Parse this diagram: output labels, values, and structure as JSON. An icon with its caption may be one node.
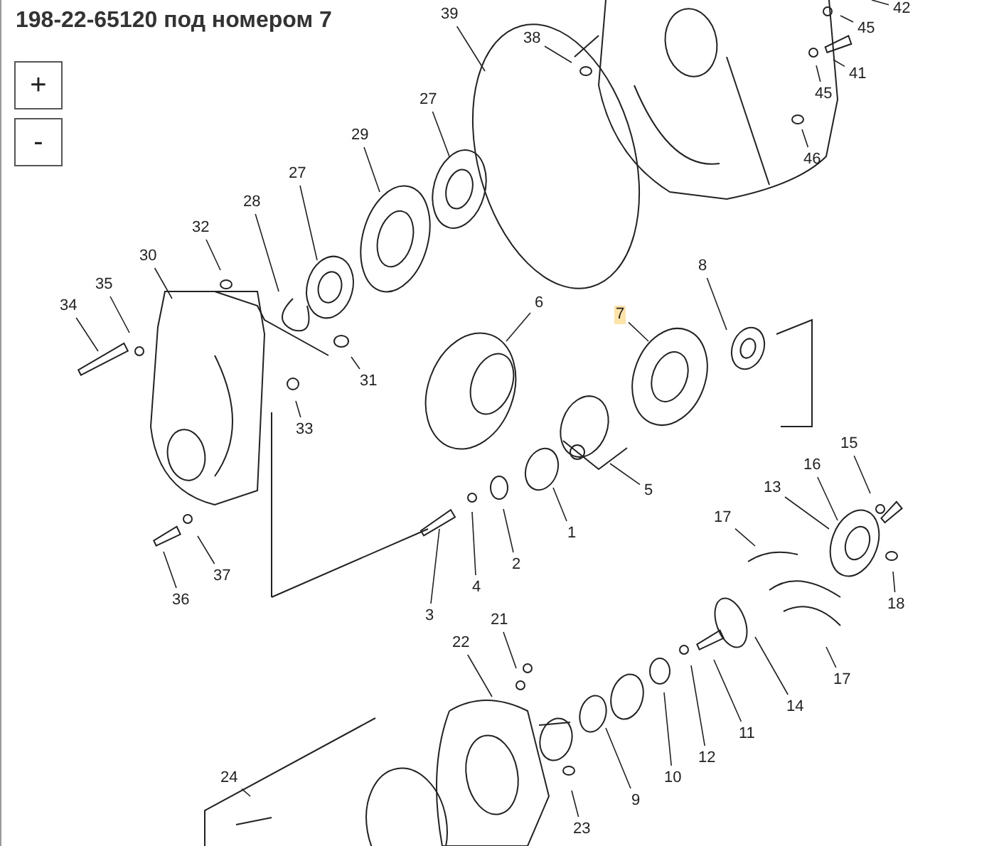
{
  "diagram": {
    "title": "198-22-65120 под номером 7",
    "nodes": [
      {
        "text": [
          "42"
        ]
      },
      {
        "text": [
          "39"
        ]
      },
      {
        "text": [
          "45"
        ]
      },
      {
        "text": [
          "38"
        ]
      },
      {
        "text": [
          "41"
        ]
      },
      {
        "text": [
          "45"
        ]
      },
      {
        "text": [
          "27"
        ]
      },
      {
        "text": [
          "29"
        ]
      },
      {
        "text": [
          "46"
        ]
      },
      {
        "text": [
          "27"
        ]
      },
      {
        "text": [
          "28"
        ]
      },
      {
        "text": [
          "32"
        ]
      },
      {
        "text": [
          "30"
        ]
      },
      {
        "text": [
          "8"
        ]
      },
      {
        "text": [
          "35"
        ]
      },
      {
        "text": [
          "6"
        ]
      },
      {
        "text": [
          "34"
        ]
      },
      {
        "text": [
          "7"
        ]
      },
      {
        "text": [
          "31"
        ]
      },
      {
        "text": [
          "33"
        ]
      },
      {
        "text": [
          "15"
        ]
      },
      {
        "text": [
          "16"
        ]
      },
      {
        "text": [
          "13"
        ]
      },
      {
        "text": [
          "5"
        ]
      },
      {
        "text": [
          "17"
        ]
      },
      {
        "text": [
          "1"
        ]
      },
      {
        "text": [
          "2"
        ]
      },
      {
        "text": [
          "37"
        ]
      },
      {
        "text": [
          "4"
        ]
      },
      {
        "text": [
          "36"
        ]
      },
      {
        "text": [
          "18"
        ]
      },
      {
        "text": [
          "3"
        ]
      },
      {
        "text": [
          "21"
        ]
      },
      {
        "text": [
          "22"
        ]
      },
      {
        "text": [
          "17"
        ]
      },
      {
        "text": [
          "14"
        ]
      },
      {
        "text": [
          "11"
        ]
      },
      {
        "text": [
          "12"
        ]
      },
      {
        "text": [
          "10"
        ]
      },
      {
        "text": [
          "24"
        ]
      },
      {
        "text": [
          "9"
        ]
      },
      {
        "text": [
          "23"
        ]
      }
    ],
    "edges": [
      {
        "from": 0,
        "to": null,
        "arrow": "none"
      },
      {
        "from": 1,
        "to": null,
        "arrow": "none"
      },
      {
        "from": 2,
        "to": null,
        "arrow": "none"
      },
      {
        "from": 3,
        "to": null,
        "arrow": "none"
      },
      {
        "from": 4,
        "to": null,
        "arrow": "none"
      },
      {
        "from": 5,
        "to": null,
        "arrow": "none"
      },
      {
        "from": 6,
        "to": null,
        "arrow": "none"
      },
      {
        "from": 7,
        "to": null,
        "arrow": "none"
      },
      {
        "from": 8,
        "to": null,
        "arrow": "none"
      },
      {
        "from": 9,
        "to": null,
        "arrow": "none"
      },
      {
        "from": 10,
        "to": null,
        "arrow": "none"
      },
      {
        "from": 11,
        "to": null,
        "arrow": "none"
      },
      {
        "from": 12,
        "to": null,
        "arrow": "none"
      },
      {
        "from": 13,
        "to": null,
        "arrow": "none"
      },
      {
        "from": 14,
        "to": null,
        "arrow": "none"
      },
      {
        "from": 15,
        "to": null,
        "arrow": "none"
      },
      {
        "from": 16,
        "to": null,
        "arrow": "none"
      },
      {
        "from": 17,
        "to": null,
        "arrow": "none"
      },
      {
        "from": 18,
        "to": null,
        "arrow": "none"
      },
      {
        "from": 19,
        "to": null,
        "arrow": "none"
      },
      {
        "from": 20,
        "to": null,
        "arrow": "none"
      },
      {
        "from": 21,
        "to": null,
        "arrow": "none"
      },
      {
        "from": 22,
        "to": null,
        "arrow": "none"
      },
      {
        "from": 23,
        "to": null,
        "arrow": "none"
      },
      {
        "from": 24,
        "to": null,
        "arrow": "none"
      },
      {
        "from": 25,
        "to": null,
        "arrow": "none"
      },
      {
        "from": 26,
        "to": null,
        "arrow": "none"
      },
      {
        "from": 27,
        "to": null,
        "arrow": "none"
      },
      {
        "from": 28,
        "to": null,
        "arrow": "none"
      },
      {
        "from": 29,
        "to": null,
        "arrow": "none"
      },
      {
        "from": 30,
        "to": null,
        "arrow": "none"
      },
      {
        "from": 31,
        "to": null,
        "arrow": "none"
      },
      {
        "from": 32,
        "to": null,
        "arrow": "none"
      },
      {
        "from": 33,
        "to": null,
        "arrow": "none"
      },
      {
        "from": 34,
        "to": null,
        "arrow": "none"
      },
      {
        "from": 35,
        "to": null,
        "arrow": "none"
      },
      {
        "from": 36,
        "to": null,
        "arrow": "none"
      },
      {
        "from": 37,
        "to": null,
        "arrow": "none"
      },
      {
        "from": 38,
        "to": null,
        "arrow": "none"
      },
      {
        "from": 39,
        "to": null,
        "arrow": "none"
      },
      {
        "from": 40,
        "to": null,
        "arrow": "none"
      },
      {
        "from": 41,
        "to": null,
        "arrow": "none"
      }
    ],
    "labels": [
      "+",
      "-"
    ]
  }
}
